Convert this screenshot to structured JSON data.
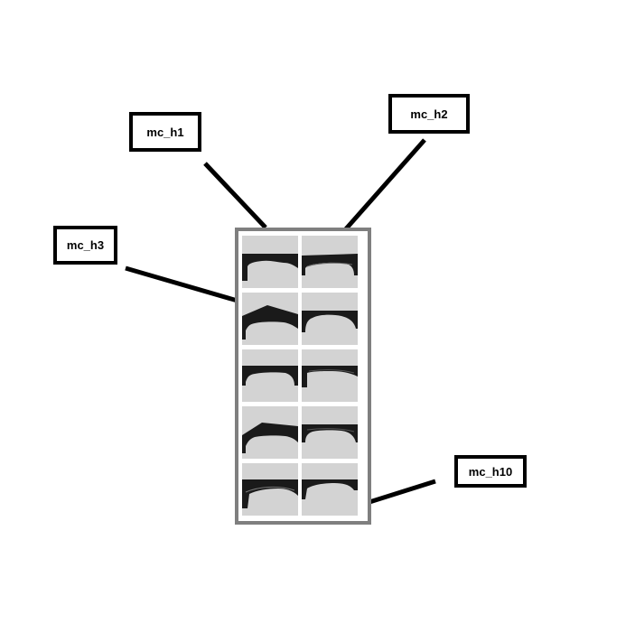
{
  "labels": {
    "h1": "mc_h1",
    "h2": "mc_h2",
    "h3": "mc_h3",
    "h10": "mc_h10"
  },
  "palette": {
    "columns": 2,
    "rows": 5,
    "tile_count": 10,
    "border_color": "#7f7f7f",
    "tile_color": "#d3d3d3",
    "hair_color": "#1a1a1a"
  },
  "colors": {
    "lines": "#000000",
    "background": "#ffffff"
  }
}
